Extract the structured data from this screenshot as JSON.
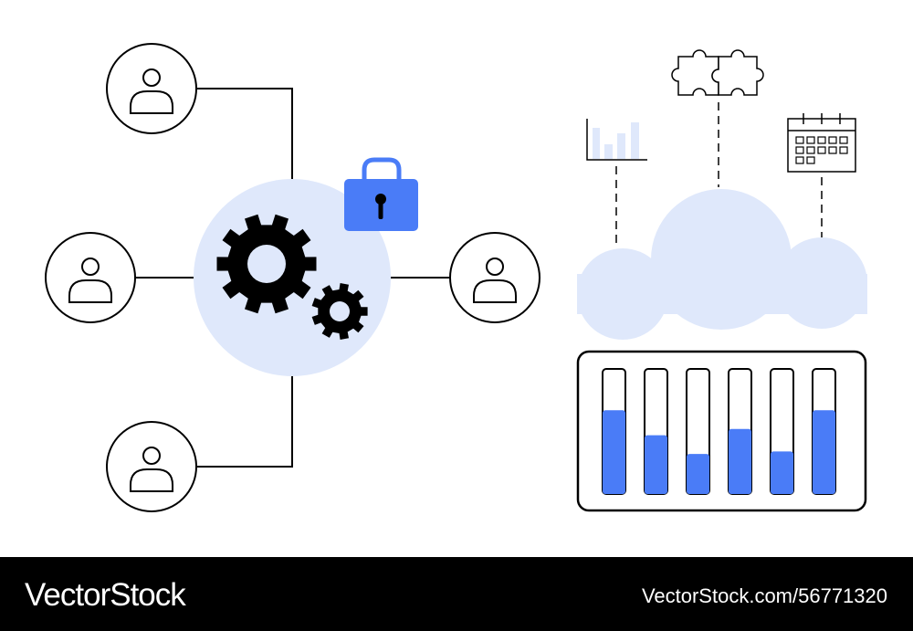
{
  "footer": {
    "brand": "VectorStock",
    "image_id": "VectorStock.com/56771320"
  },
  "colors": {
    "accent": "#4a7cf7",
    "light_blue": "#dfe8fb",
    "stroke": "#000000",
    "background": "#ffffff"
  },
  "icons": [
    "user-icon",
    "gear-icon",
    "lock-icon",
    "bar-chart-icon",
    "puzzle-icon",
    "calendar-icon",
    "cloud-icon",
    "equalizer-panel"
  ],
  "equalizer": {
    "levels": [
      0.67,
      0.47,
      0.32,
      0.52,
      0.34,
      0.67
    ]
  }
}
